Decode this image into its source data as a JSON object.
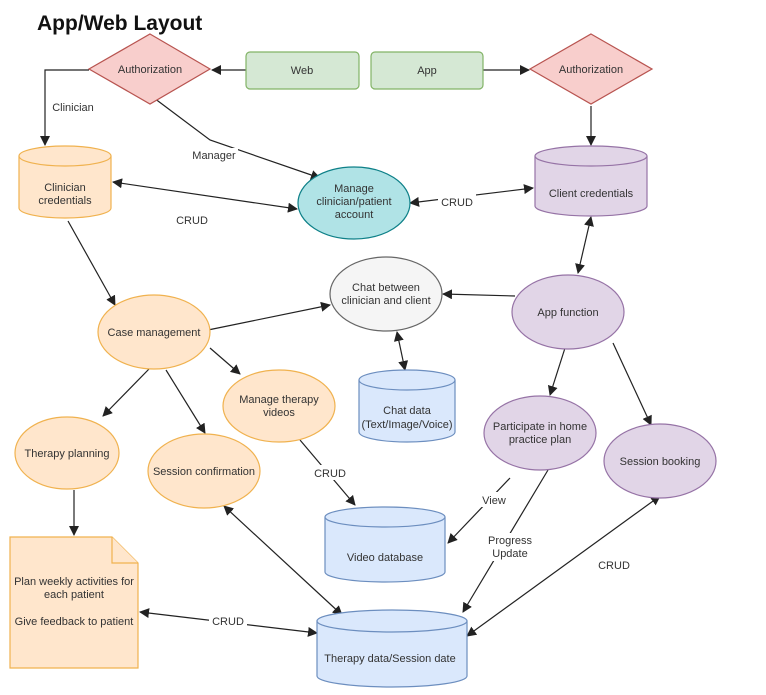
{
  "title": "App/Web Layout",
  "colors": {
    "green_fill": "#d5e8d4",
    "green_stroke": "#82b366",
    "red_fill": "#f8cecc",
    "red_stroke": "#b85450",
    "orange_fill": "#ffe6cc",
    "orange_stroke": "#f0b24f",
    "teal_fill": "#b0e3e6",
    "teal_stroke": "#0e8088",
    "purple_fill": "#e1d5e7",
    "purple_stroke": "#9673a6",
    "blue_fill": "#dae8fc",
    "blue_stroke": "#6c8ebf",
    "grey_fill": "#f5f5f5",
    "grey_stroke": "#666666"
  },
  "nodes": {
    "web": "Web",
    "app": "App",
    "auth_left": "Authorization",
    "auth_right": "Authorization",
    "clinician_credentials": [
      "Clinician",
      "credentials"
    ],
    "manage_account": [
      "Manage",
      "clinician/patient",
      "account"
    ],
    "client_credentials": "Client credentials",
    "chat": [
      "Chat between",
      "clinician and client"
    ],
    "app_function": "App function",
    "case_management": "Case management",
    "manage_videos": [
      "Manage therapy",
      "videos"
    ],
    "chat_data": [
      "Chat data",
      "(Text/Image/Voice)"
    ],
    "therapy_planning": "Therapy planning",
    "session_confirmation": "Session confirmation",
    "home_practice": [
      "Participate in home",
      "practice plan"
    ],
    "session_booking": "Session booking",
    "video_database": "Video database",
    "plan_note": [
      "Plan weekly activities for",
      "each patient",
      "",
      "Give feedback to patient"
    ],
    "therapy_data": "Therapy data/Session date"
  },
  "edge_labels": {
    "clinician": "Clinician",
    "manager": "Manager",
    "crud_left": "CRUD",
    "crud_right": "CRUD",
    "crud_videos": "CRUD",
    "view": "View",
    "progress": [
      "Progress",
      "Update"
    ],
    "crud_booking": "CRUD",
    "crud_plan": "CRUD"
  }
}
